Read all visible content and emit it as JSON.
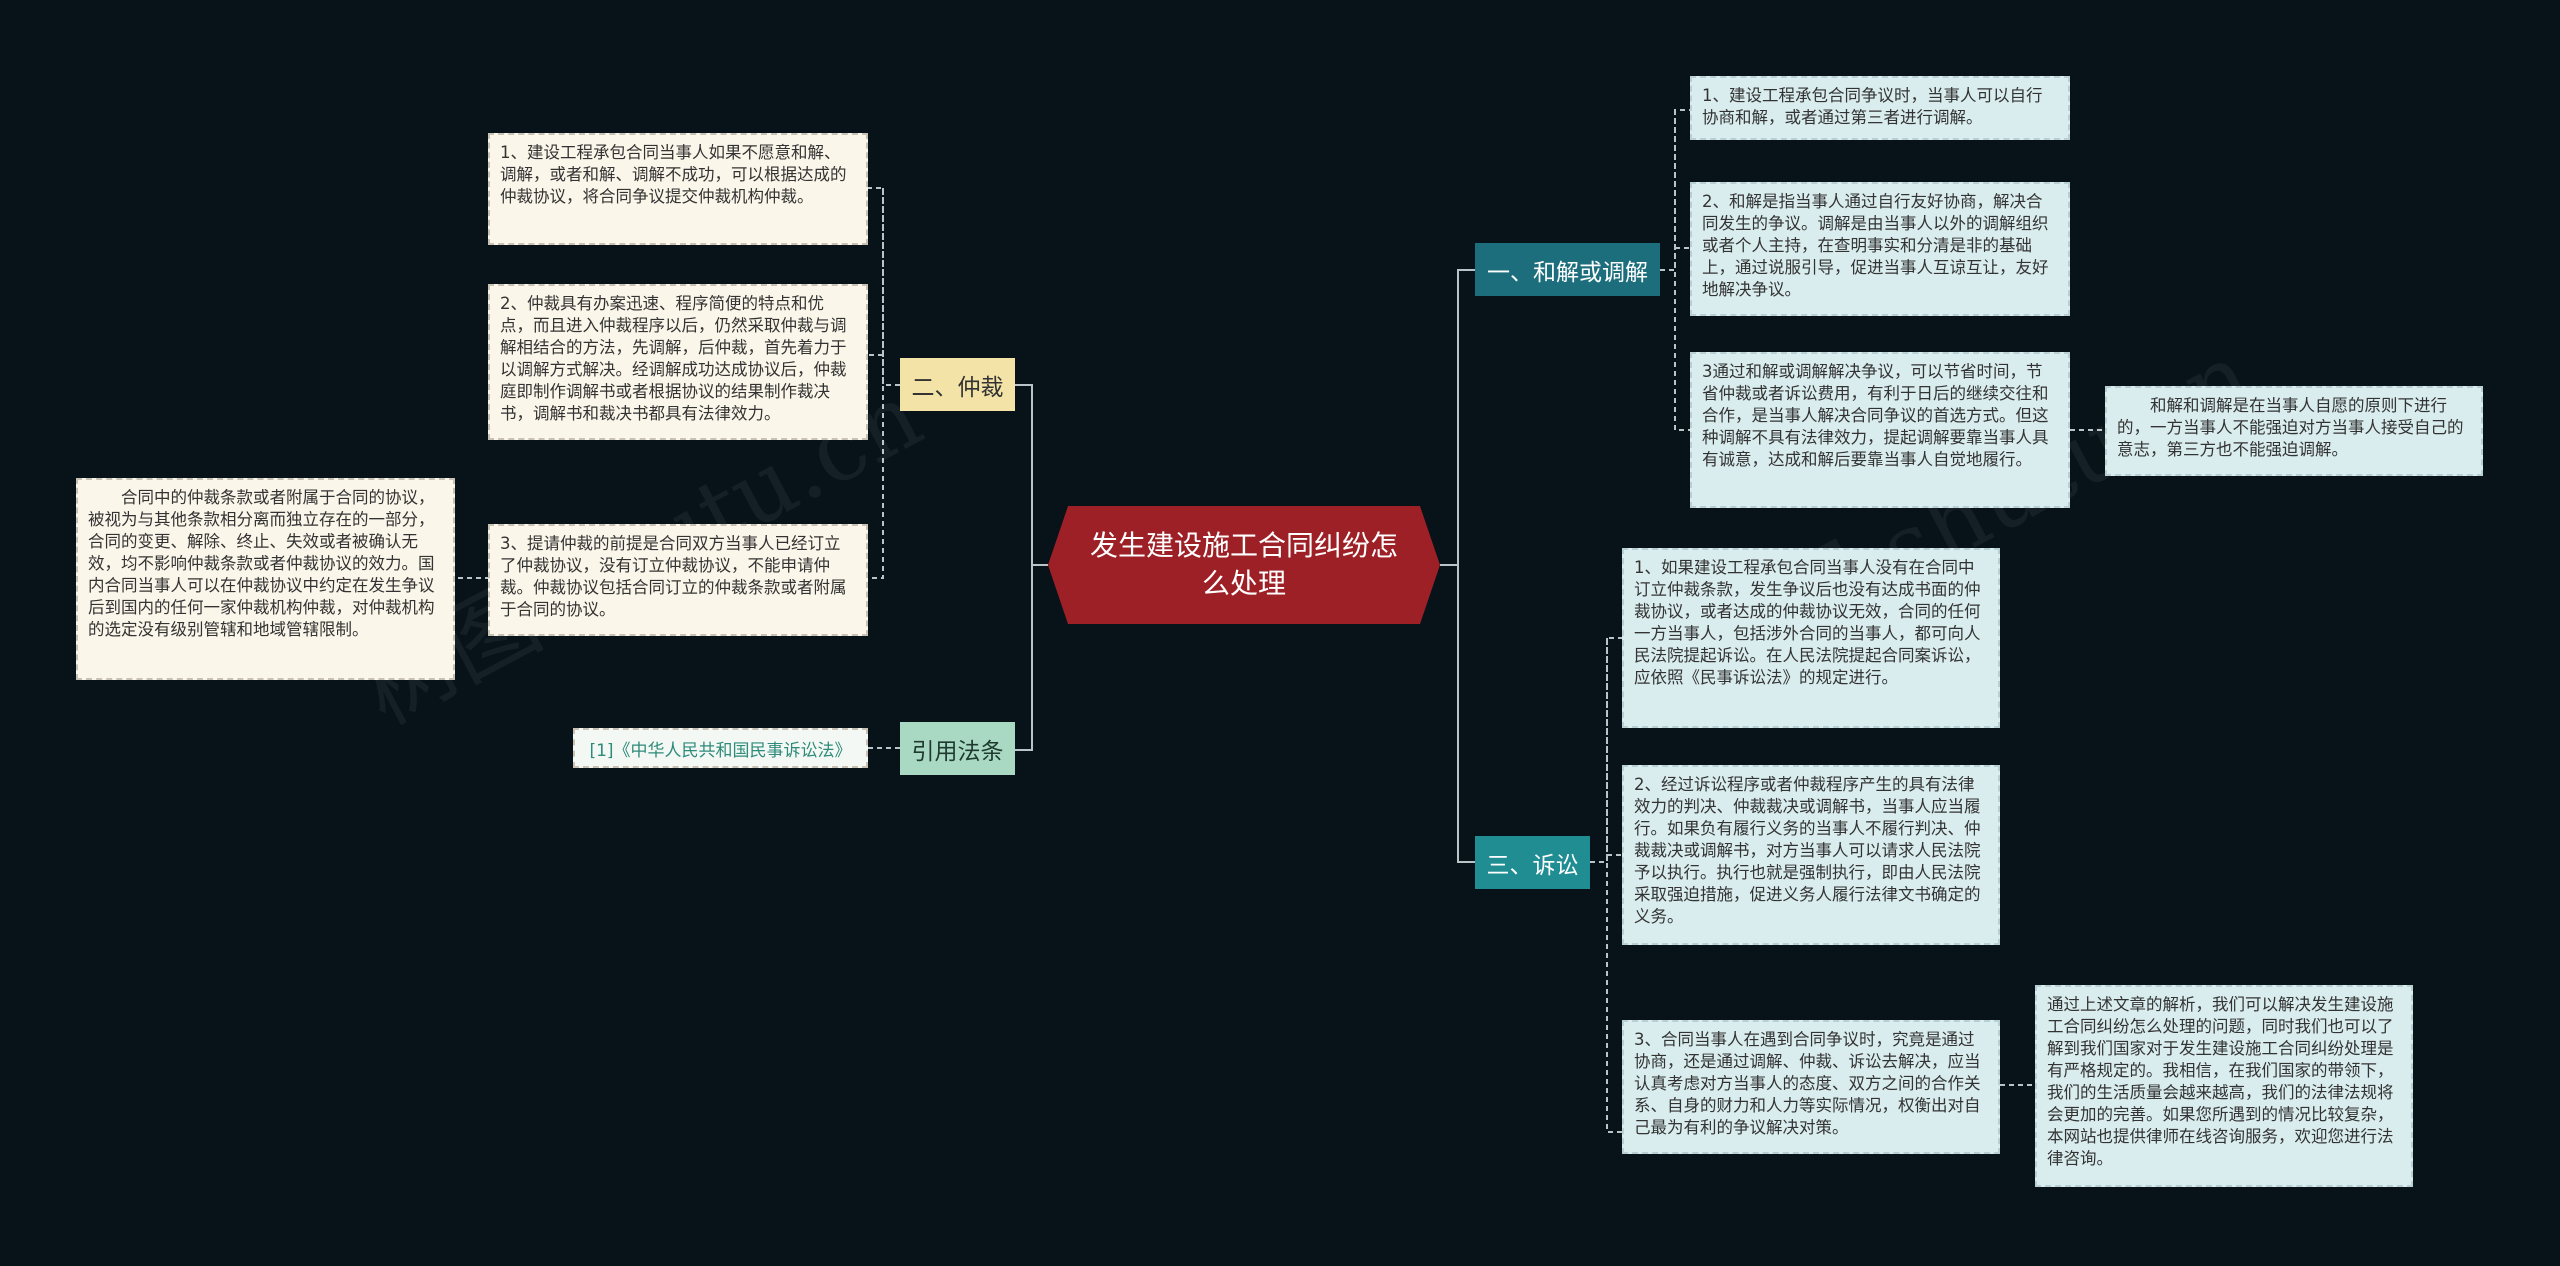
{
  "colors": {
    "background": "#071219",
    "root": "#9d2026",
    "branch_teal": "#1c6e7d",
    "branch_teal_light": "#1f8d92",
    "branch_sand": "#f3e3a6",
    "branch_mint": "#a9d9c2",
    "note_warm": "#fbf6ea",
    "note_cool": "#d9ecee",
    "connector": "#b9c4c9"
  },
  "root": {
    "label": "发生建设施工合同纠纷怎么处理"
  },
  "watermark": "树图 shutu.cn",
  "branches": {
    "mediation": {
      "label": "一、和解或调解",
      "items": [
        "1、建设工程承包合同争议时，当事人可以自行协商和解，或者通过第三者进行调解。",
        "2、和解是指当事人通过自行友好协商，解决合同发生的争议。调解是由当事人以外的调解组织或者个人主持，在查明事实和分清是非的基础上，通过说服引导，促进当事人互谅互让，友好地解决争议。",
        "3通过和解或调解解决争议，可以节省时间，节省仲裁或者诉讼费用，有利于日后的继续交往和合作，是当事人解决合同争议的首选方式。但这种调解不具有法律效力，提起调解要靠当事人具有诚意，达成和解后要靠当事人自觉地履行。"
      ],
      "sub_note": "　　和解和调解是在当事人自愿的原则下进行的，一方当事人不能强迫对方当事人接受自己的意志，第三方也不能强迫调解。"
    },
    "arbitration": {
      "label": "二、仲裁",
      "items": [
        "1、建设工程承包合同当事人如果不愿意和解、调解，或者和解、调解不成功，可以根据达成的仲裁协议，将合同争议提交仲裁机构仲裁。",
        "2、仲裁具有办案迅速、程序简便的特点和优点，而且进入仲裁程序以后，仍然采取仲裁与调解相结合的方法，先调解，后仲裁，首先着力于以调解方式解决。经调解成功达成协议后，仲裁庭即制作调解书或者根据协议的结果制作裁决书，调解书和裁决书都具有法律效力。",
        "3、提请仲裁的前提是合同双方当事人已经订立了仲裁协议，没有订立仲裁协议，不能申请仲裁。仲裁协议包括合同订立的仲裁条款或者附属于合同的协议。"
      ],
      "sub_note": "　　合同中的仲裁条款或者附属于合同的协议，被视为与其他条款相分离而独立存在的一部分，合同的变更、解除、终止、失效或者被确认无效，均不影响仲裁条款或者仲裁协议的效力。国内合同当事人可以在仲裁协议中约定在发生争议后到国内的任何一家仲裁机构仲裁，对仲裁机构的选定没有级别管辖和地域管辖限制。"
    },
    "litigation": {
      "label": "三、诉讼",
      "items": [
        "1、如果建设工程承包合同当事人没有在合同中订立仲裁条款，发生争议后也没有达成书面的仲裁协议，或者达成的仲裁协议无效，合同的任何一方当事人，包括涉外合同的当事人，都可向人民法院提起诉讼。在人民法院提起合同案诉讼，应依照《民事诉讼法》的规定进行。",
        "2、经过诉讼程序或者仲裁程序产生的具有法律效力的判决、仲裁裁决或调解书，当事人应当履行。如果负有履行义务的当事人不履行判决、仲裁裁决或调解书，对方当事人可以请求人民法院予以执行。执行也就是强制执行，即由人民法院采取强迫措施，促进义务人履行法律文书确定的义务。",
        "3、合同当事人在遇到合同争议时，究竟是通过协商，还是通过调解、仲裁、诉讼去解决，应当认真考虑对方当事人的态度、双方之间的合作关系、自身的财力和人力等实际情况，权衡出对自己最为有利的争议解决对策。"
      ],
      "sub_note": "通过上述文章的解析，我们可以解决发生建设施工合同纠纷怎么处理的问题，同时我们也可以了解到我们国家对于发生建设施工合同纠纷处理是有严格规定的。我相信，在我们国家的带领下，我们的生活质量会越来越高，我们的法律法规将会更加的完善。如果您所遇到的情况比较复杂，本网站也提供律师在线咨询服务，欢迎您进行法律咨询。"
    },
    "citation": {
      "label": "引用法条",
      "item": "[1]《中华人民共和国民事诉讼法》"
    }
  }
}
